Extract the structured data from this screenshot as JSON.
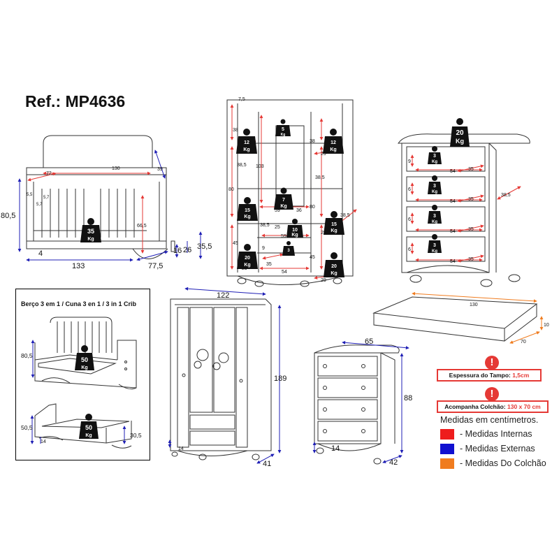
{
  "title": "Ref.: MP4636",
  "colors": {
    "internal": "#e53935",
    "external": "#1f1fb5",
    "mattress": "#f07c1f",
    "line": "#333333"
  },
  "crib": {
    "int_width": "130",
    "int_depth": "72",
    "headboard_h": "39",
    "bar_gap": "5,5",
    "bar_gap2": "5,7",
    "bar_gap3": "5,7",
    "int_height": "66,5",
    "load_num": "35",
    "load_unit": "Kg",
    "ext_height": "80,5",
    "foot_h": "4",
    "ext_width": "133",
    "ext_depth": "77,5",
    "step1": "16",
    "step2": "26",
    "step3": "35,5"
  },
  "wardrobe_open": {
    "top_depth": "7,5",
    "shelf_h_left": "38",
    "shelf_h_left2": "38,5",
    "shelf_h_left3": "80",
    "shelf_h_left4": "45",
    "center_h": "103",
    "load_bar": "5",
    "shelf_h_right": "38",
    "shelf_h_right2": "38,5",
    "shelf_h_right3": "80",
    "shelf_h_right4": "45",
    "w29": "29",
    "w59": "59",
    "w36": "36",
    "w25": "25",
    "w9": "9",
    "w35": "35",
    "w54": "54",
    "depth": "38,5",
    "depth_side": "38,5",
    "load12": "12",
    "load7": "7",
    "load15": "15",
    "load10": "10",
    "load20": "20",
    "load_small": "3",
    "unit": "Kg"
  },
  "chest_open": {
    "top_load": "20",
    "drawer_load": "3",
    "unit": "Kg",
    "d_w54": "54",
    "d_w35": "35",
    "d_h": "9",
    "d_h2": "6",
    "depth": "38,5"
  },
  "wardrobe_closed": {
    "width": "122",
    "height": "189",
    "foot": "14",
    "depth": "41"
  },
  "mattress": {
    "length": "130",
    "width": "70",
    "thickness": "10"
  },
  "chest_closed": {
    "width": "65",
    "height": "88",
    "foot": "14",
    "depth": "42"
  },
  "crib_modes": {
    "title": "Berço 3 em 1 / Cuna 3 en 1 / 3 in 1 Crib",
    "bed_height": "80,5",
    "bed_load": "50",
    "unit": "Kg",
    "low_height": "50,5",
    "low_foot": "14",
    "low_side": "30,5",
    "low_load": "50"
  },
  "notes": {
    "tampo_label": "Espessura do Tampo:",
    "tampo_value": "1,5cm",
    "colchao_label": "Acompanha Colchão:",
    "colchao_value": "130 x 70 cm",
    "units": "Medidas em centímetros.",
    "legend": [
      {
        "label": "- Medidas Internas",
        "color": "#ee1c1c"
      },
      {
        "label": "- Medidas Externas",
        "color": "#1010d0"
      },
      {
        "label": "- Medidas Do Colchão",
        "color": "#f07c1f"
      }
    ],
    "warn_symbol": "!"
  }
}
